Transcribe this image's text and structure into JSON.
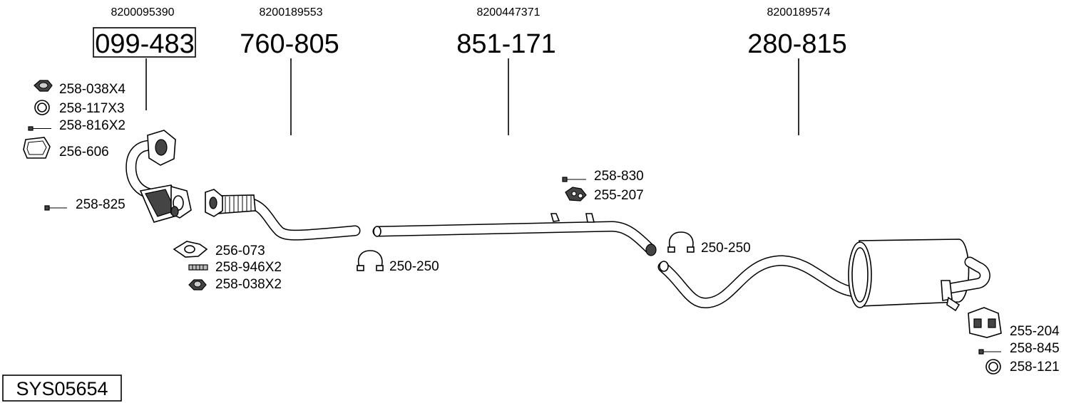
{
  "assemblies": [
    {
      "oem": "8200095390",
      "part_number": "099-483"
    },
    {
      "oem": "8200189553",
      "part_number": "760-805"
    },
    {
      "oem": "8200447371",
      "part_number": "851-171"
    },
    {
      "oem": "8200189574",
      "part_number": "280-815"
    }
  ],
  "fittings": {
    "nut_x4": "258-038X4",
    "ring_x3": "258-117X3",
    "bolt_x2": "258-816X2",
    "gasket_front": "256-606",
    "bolt_left": "258-825",
    "gasket_mid": "256-073",
    "stud_x2": "258-946X2",
    "nut_x2": "258-038X2",
    "clamp_mid": "250-250",
    "bolt_center": "258-830",
    "hanger_center": "255-207",
    "clamp_right": "250-250",
    "hanger_rear": "255-204",
    "bolt_rear": "258-845",
    "ring_rear": "258-121"
  },
  "system_code": "SYS05654"
}
